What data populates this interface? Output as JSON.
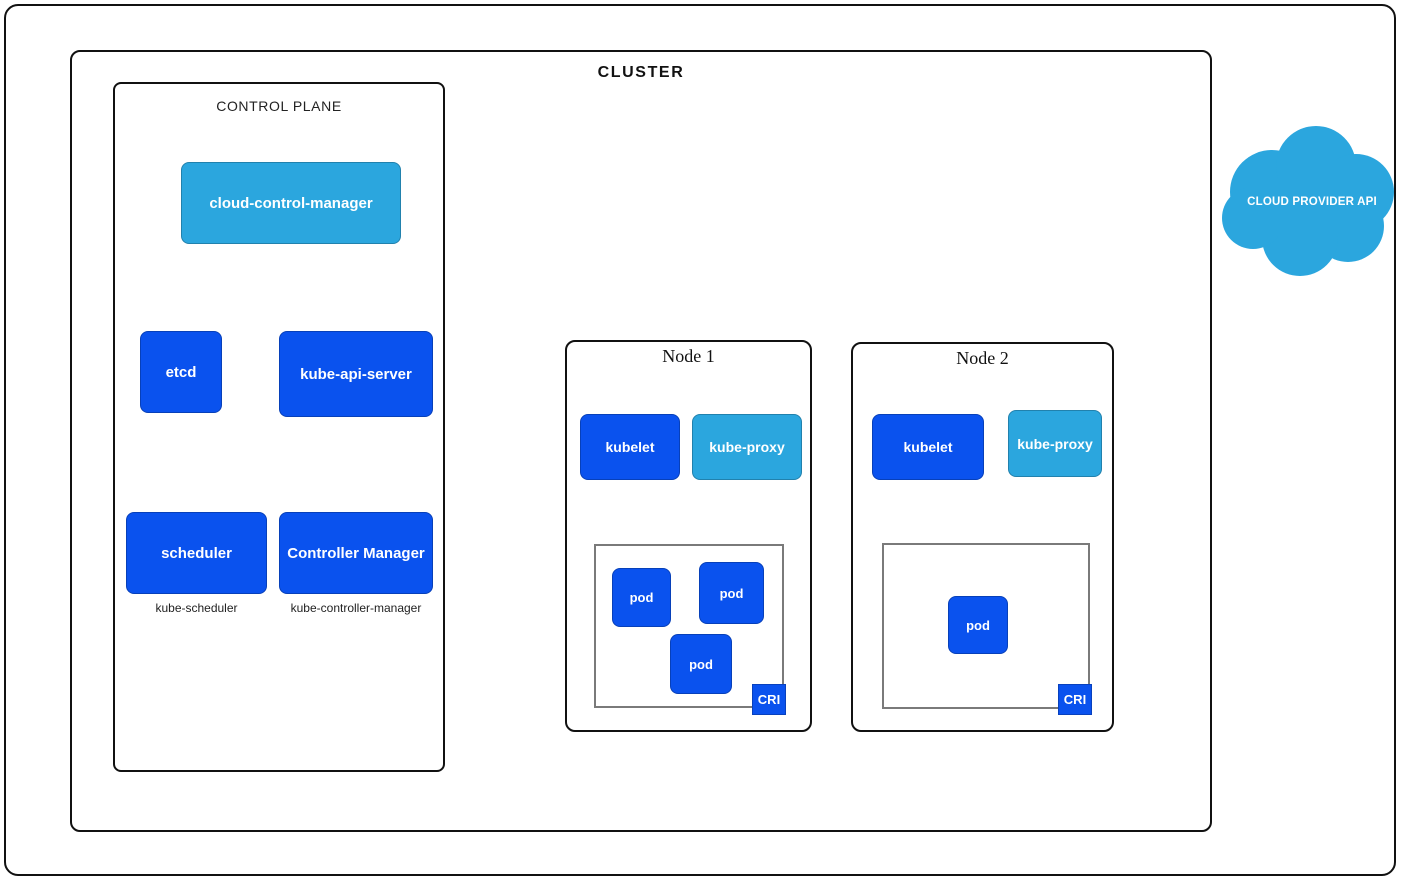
{
  "diagram": {
    "title": "CLUSTER",
    "control_plane": {
      "title": "CONTROL PLANE",
      "components": [
        {
          "id": "cloud-control-manager",
          "label": "cloud-control-manager",
          "color": "#2ba6de"
        },
        {
          "id": "etcd",
          "label": "etcd",
          "color": "#0a52ee"
        },
        {
          "id": "kube-api-server",
          "label": "kube-api-server",
          "color": "#0a52ee"
        },
        {
          "id": "scheduler",
          "label": "scheduler",
          "color": "#0a52ee",
          "caption": "kube-scheduler"
        },
        {
          "id": "controller-manager",
          "label": "Controller Manager",
          "color": "#0a52ee",
          "caption": "kube-controller-manager"
        }
      ],
      "captions": {
        "scheduler": "kube-scheduler",
        "controller_manager": "kube-controller-manager"
      }
    },
    "nodes": [
      {
        "id": "node-1",
        "title": "Node 1",
        "kubelet": "kubelet",
        "kube_proxy": "kube-proxy",
        "runtime_badge": "CRI",
        "pods": [
          {
            "label": "pod"
          },
          {
            "label": "pod"
          },
          {
            "label": "pod"
          }
        ]
      },
      {
        "id": "node-2",
        "title": "Node 2",
        "kubelet": "kubelet",
        "kube_proxy": "kube-proxy",
        "runtime_badge": "CRI",
        "pods": [
          {
            "label": "pod"
          }
        ]
      }
    ],
    "cloud": {
      "label": "CLOUD PROVIDER API",
      "color": "#2ba6de"
    },
    "colors": {
      "dark_blue": "#0a52ee",
      "light_blue": "#2ba6de",
      "stroke": "#111111",
      "grey_stroke": "#7a7a7a",
      "background": "#ffffff"
    }
  }
}
